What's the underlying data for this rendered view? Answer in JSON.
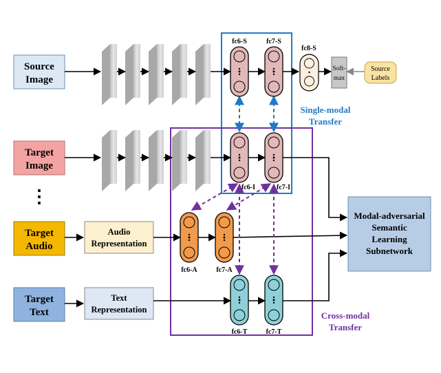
{
  "inputs": {
    "source_image": [
      "Source",
      "Image"
    ],
    "target_image": [
      "Target",
      "Image"
    ],
    "target_audio": [
      "Target",
      "Audio"
    ],
    "target_text": [
      "Target",
      "Text"
    ],
    "ellipsis": "⋮"
  },
  "representations": {
    "audio": [
      "Audio",
      "Representation"
    ],
    "text": [
      "Text",
      "Representation"
    ]
  },
  "layers": {
    "fc6_s": "fc6-S",
    "fc7_s": "fc7-S",
    "fc8_s": "fc8-S",
    "fc6_i": "fc6-I",
    "fc7_i": "fc7-I",
    "fc6_a": "fc6-A",
    "fc7_a": "fc7-A",
    "fc6_t": "fc6-T",
    "fc7_t": "fc7-T"
  },
  "softmax": [
    "Soft-",
    "max"
  ],
  "source_labels": [
    "Source",
    "Labels"
  ],
  "regions": {
    "single_modal": [
      "Single-modal",
      "Transfer"
    ],
    "cross_modal": [
      "Cross-modal",
      "Transfer"
    ]
  },
  "subnetwork": [
    "Modal-adversarial",
    "Semantic",
    "Learning",
    "Subnetwork"
  ],
  "colors": {
    "image_box": "#dce9f5",
    "target_image_box": "#f4a3a3",
    "audio_box": "#f5b800",
    "text_box": "#8fb3de",
    "repr_box": "#fdf0cf",
    "repr_text_box": "#dde8f4",
    "fc_image": "#e2b8b8",
    "fc_audio": "#f29a4c",
    "fc_text": "#8fd0d8",
    "fc8": "#fdf0df",
    "source_labels": "#f9e3a3",
    "subnetwork": "#b7cde6",
    "single_frame": "#1f7ac8",
    "cross_frame": "#7030a0"
  }
}
